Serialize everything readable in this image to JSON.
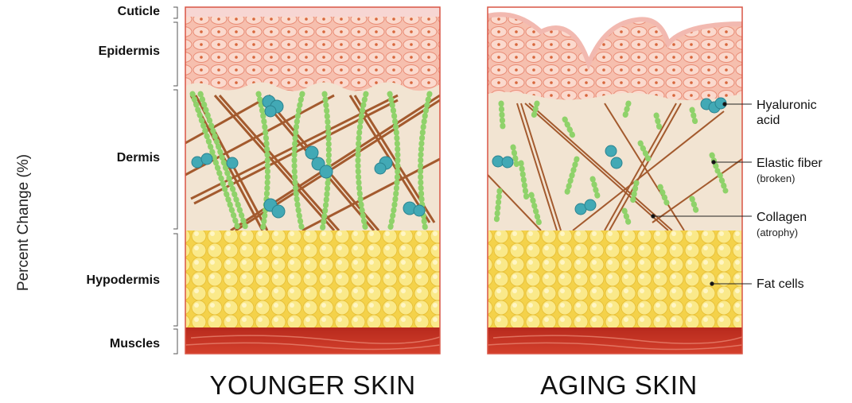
{
  "y_axis_label": "Percent Change (%)",
  "layers": [
    {
      "key": "cuticle",
      "label": "Cuticle"
    },
    {
      "key": "epidermis",
      "label": "Epidermis"
    },
    {
      "key": "dermis",
      "label": "Dermis"
    },
    {
      "key": "hypodermis",
      "label": "Hypodermis"
    },
    {
      "key": "muscles",
      "label": "Muscles"
    }
  ],
  "panels": {
    "younger": {
      "title": "YOUNGER SKIN"
    },
    "aging": {
      "title": "AGING SKIN"
    }
  },
  "callouts": [
    {
      "key": "hyaluronic",
      "label": "Hyaluronic",
      "label2": "acid",
      "sub": ""
    },
    {
      "key": "elastic",
      "label": "Elastic fiber",
      "label2": "",
      "sub": "(broken)"
    },
    {
      "key": "collagen",
      "label": "Collagen",
      "label2": "",
      "sub": "(atrophy)"
    },
    {
      "key": "fat",
      "label": "Fat cells",
      "label2": "",
      "sub": ""
    }
  ],
  "colors": {
    "cuticle": "#f6d3d0",
    "epidermis": "#f3b3a3",
    "epidermis_cell": "#fbd6cb",
    "nucleus": "#e07a50",
    "dermis": "#f2e3d1",
    "collagen": "#a0522d",
    "elastic": "#8fd16a",
    "hyaluronic": "#3fa7b3",
    "fat": "#f6d950",
    "muscle": "#c0392b",
    "border": "#d95545"
  }
}
